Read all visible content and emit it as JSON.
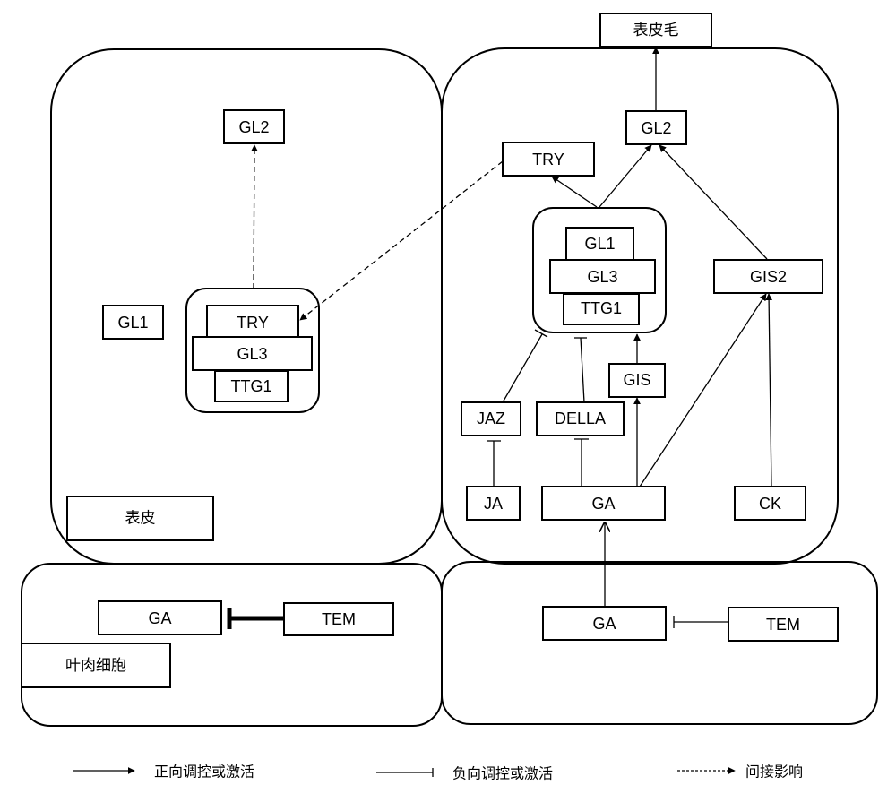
{
  "regions": {
    "epidermis_label": "表皮",
    "mesophyll_label": "叶肉细胞",
    "trichome_label": "表皮毛"
  },
  "left_epidermis": {
    "gl2": "GL2",
    "gl1": "GL1",
    "complex": {
      "top": "TRY",
      "middle": "GL3",
      "bottom": "TTG1"
    }
  },
  "right_epidermis": {
    "gl2": "GL2",
    "try": "TRY",
    "complex": {
      "top": "GL1",
      "middle": "GL3",
      "bottom": "TTG1"
    },
    "gis2": "GIS2",
    "gis": "GIS",
    "jaz": "JAZ",
    "della": "DELLA",
    "ja": "JA",
    "ga": "GA",
    "ck": "CK"
  },
  "left_mesophyll": {
    "ga": "GA",
    "tem": "TEM"
  },
  "right_mesophyll": {
    "ga": "GA",
    "tem": "TEM"
  },
  "edges": [
    {
      "from": "right.GL2",
      "to": "trichome",
      "type": "activation"
    },
    {
      "from": "right.complex",
      "to": "right.GL2",
      "type": "activation"
    },
    {
      "from": "right.complex",
      "to": "right.TRY",
      "type": "activation"
    },
    {
      "from": "right.GIS2",
      "to": "right.GL2",
      "type": "activation"
    },
    {
      "from": "right.GIS",
      "to": "right.complex",
      "type": "activation"
    },
    {
      "from": "right.GA",
      "to": "right.GIS",
      "type": "activation"
    },
    {
      "from": "right.GA",
      "to": "right.GIS2",
      "type": "activation"
    },
    {
      "from": "right.CK",
      "to": "right.GIS2",
      "type": "activation"
    },
    {
      "from": "right.JAZ",
      "to": "right.complex",
      "type": "inhibition"
    },
    {
      "from": "right.DELLA",
      "to": "right.complex",
      "type": "inhibition"
    },
    {
      "from": "right.JA",
      "to": "right.JAZ",
      "type": "inhibition"
    },
    {
      "from": "right.GA",
      "to": "right.DELLA",
      "type": "inhibition"
    },
    {
      "from": "mesophyll_right.GA",
      "to": "right.GA",
      "type": "activation"
    },
    {
      "from": "mesophyll_right.TEM",
      "to": "mesophyll_right.GA",
      "type": "inhibition"
    },
    {
      "from": "mesophyll_left.TEM",
      "to": "mesophyll_left.GA",
      "type": "strong-inhibition"
    },
    {
      "from": "left.complex",
      "to": "left.GL2",
      "type": "indirect"
    },
    {
      "from": "right.TRY",
      "to": "left.TRY",
      "type": "indirect"
    }
  ],
  "legend": {
    "positive": "正向调控或激活",
    "negative": "负向调控或激活",
    "indirect": "间接影响"
  }
}
